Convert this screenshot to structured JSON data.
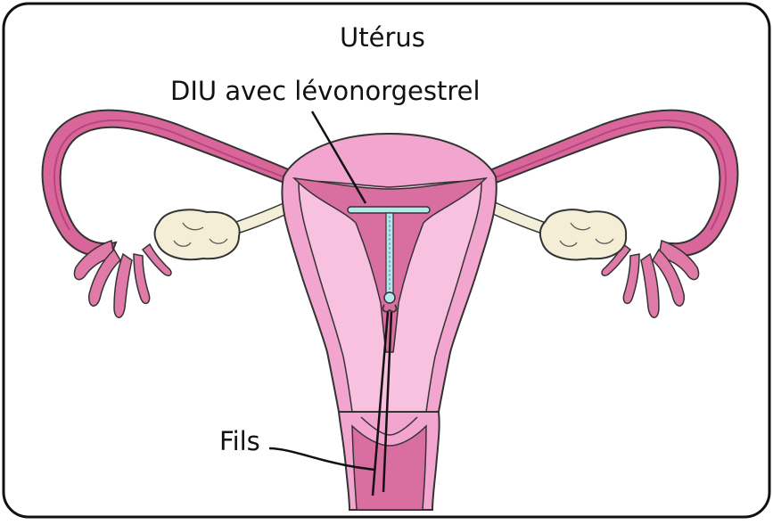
{
  "labels": {
    "uterus": "Utérus",
    "iud": "DIU avec lévonorgestrel",
    "threads": "Fils"
  },
  "colors": {
    "frame": "#111111",
    "tube": "#d9669b",
    "tube_outer": "#e98ab8",
    "uterus_body": "#f2a5cf",
    "uterus_inner": "#f8c1e0",
    "cavity": "#d96fa0",
    "ovary": "#f3eed5",
    "ligament": "#f2eed8",
    "iud": "#b5e7ee",
    "line": "#111111"
  }
}
